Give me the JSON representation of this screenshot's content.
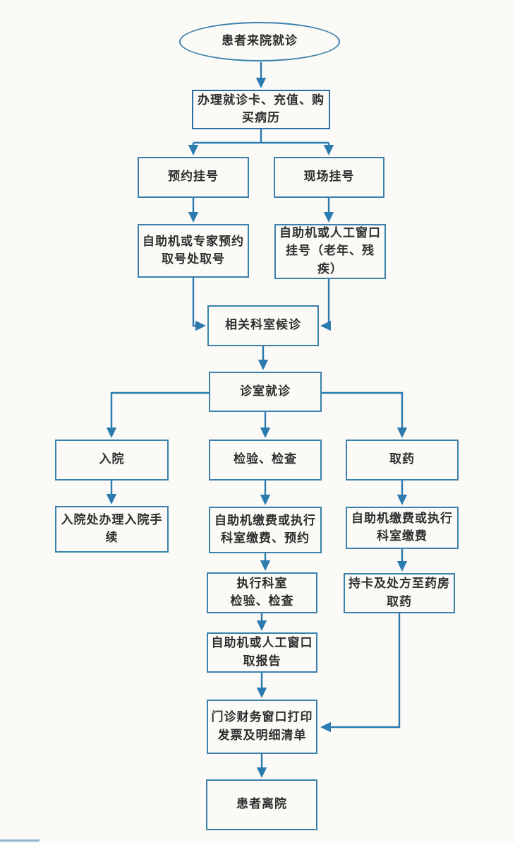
{
  "diagram": {
    "type": "flowchart",
    "language": "zh-CN",
    "colors": {
      "line": "#2b7ab0",
      "box-border": "#3a81ad",
      "text": "#2e2e2e",
      "bg": "#fbfaf6"
    },
    "nodes": {
      "start": {
        "shape": "ellipse",
        "label": "患者来院就诊"
      },
      "card": {
        "shape": "rect",
        "label": "办理就诊卡、充值、购\n买病历"
      },
      "appointment": {
        "shape": "rect",
        "label": "预约挂号"
      },
      "onsite": {
        "shape": "rect",
        "label": "现场挂号"
      },
      "appt_take": {
        "shape": "rect",
        "label": "自助机或专家预约\n取号处取号"
      },
      "onsite_window": {
        "shape": "rect",
        "label": "自助机或人工窗口\n挂号（老年、残\n疾）"
      },
      "waiting": {
        "shape": "rect",
        "label": "相关科室候诊"
      },
      "consult": {
        "shape": "rect",
        "label": "诊室就诊"
      },
      "admission": {
        "shape": "rect",
        "label": "入院"
      },
      "exam": {
        "shape": "rect",
        "label": "检验、检查"
      },
      "pharmacy": {
        "shape": "rect",
        "label": "取药"
      },
      "admission_proc": {
        "shape": "rect",
        "label": "入院处办理入院手\n续"
      },
      "exam_pay": {
        "shape": "rect",
        "label": "自助机缴费或执行\n科室缴费、预约"
      },
      "pharmacy_pay": {
        "shape": "rect",
        "label": "自助机缴费或执行\n科室缴费"
      },
      "exam_dept": {
        "shape": "rect",
        "label": "执行科室\n检验、检查"
      },
      "pharmacy_take": {
        "shape": "rect",
        "label": "持卡及处方至药房\n取药"
      },
      "report": {
        "shape": "rect",
        "label": "自助机或人工窗口\n取报告"
      },
      "invoice": {
        "shape": "rect",
        "label": "门诊财务窗口打印\n发票及明细清单"
      },
      "leave": {
        "shape": "rect",
        "label": "患者离院"
      }
    },
    "edges": [
      {
        "from": "start",
        "to": "card"
      },
      {
        "from": "card",
        "to": "appointment"
      },
      {
        "from": "card",
        "to": "onsite"
      },
      {
        "from": "appointment",
        "to": "appt_take"
      },
      {
        "from": "onsite",
        "to": "onsite_window"
      },
      {
        "from": "appt_take",
        "to": "waiting"
      },
      {
        "from": "onsite_window",
        "to": "waiting"
      },
      {
        "from": "waiting",
        "to": "consult"
      },
      {
        "from": "consult",
        "to": "admission"
      },
      {
        "from": "consult",
        "to": "exam"
      },
      {
        "from": "consult",
        "to": "pharmacy"
      },
      {
        "from": "admission",
        "to": "admission_proc"
      },
      {
        "from": "exam",
        "to": "exam_pay"
      },
      {
        "from": "pharmacy",
        "to": "pharmacy_pay"
      },
      {
        "from": "exam_pay",
        "to": "exam_dept"
      },
      {
        "from": "pharmacy_pay",
        "to": "pharmacy_take"
      },
      {
        "from": "exam_dept",
        "to": "report"
      },
      {
        "from": "report",
        "to": "invoice"
      },
      {
        "from": "pharmacy_take",
        "to": "invoice"
      },
      {
        "from": "invoice",
        "to": "leave"
      }
    ]
  }
}
